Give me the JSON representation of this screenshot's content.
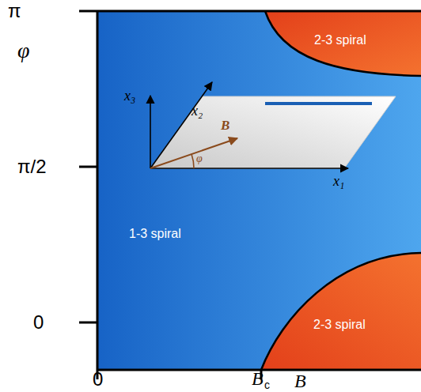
{
  "diagram": {
    "nodes": [
      {
        "text": [
          "1-3 spiral"
        ]
      },
      {
        "text": [
          "2-3 spiral"
        ],
        "in": 0
      },
      {
        "text": [
          "2-3 spiral"
        ],
        "in": 0
      }
    ],
    "labels": [
      "π",
      "φ",
      "π/2",
      "0",
      "0",
      "B",
      "c",
      "B",
      "x₃",
      "x₂",
      "x₁",
      "B",
      "φ"
    ]
  }
}
